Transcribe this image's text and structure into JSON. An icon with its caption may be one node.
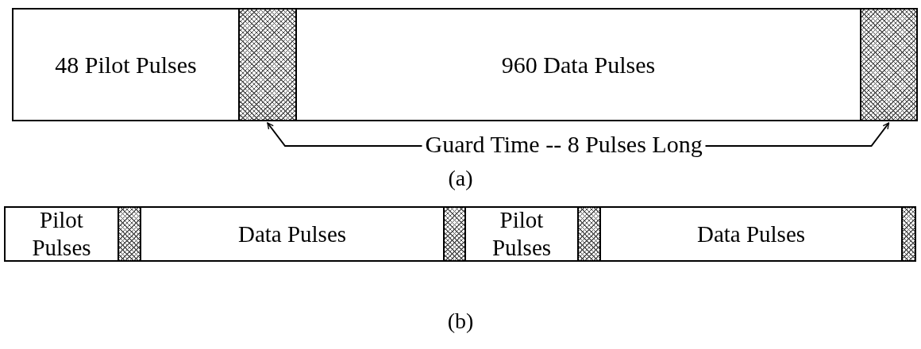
{
  "diagram": {
    "nodes": [
      {
        "text": [
          "48 Pilot Pulses"
        ]
      },
      {
        "text": [],
        "shape": "box"
      },
      {
        "text": [
          "960 Data Pulses"
        ]
      },
      {
        "text": [],
        "shape": "box"
      },
      {
        "text": [
          "Guard Time -- 8 Pulses Long"
        ]
      },
      {
        "text": [
          "Pilot Pulses"
        ]
      },
      {
        "text": [],
        "shape": "box"
      },
      {
        "text": [
          "Data Pulses"
        ]
      },
      {
        "text": [],
        "shape": "box"
      },
      {
        "text": [
          "Pilot Pulses"
        ]
      },
      {
        "text": [],
        "shape": "box"
      },
      {
        "text": [
          "Data Pulses"
        ]
      },
      {
        "text": [],
        "shape": "box"
      }
    ],
    "edges": [
      {
        "from": 4,
        "to": 1,
        "arrow": "to"
      },
      {
        "from": 4,
        "to": 3,
        "arrow": "to"
      }
    ],
    "labels": [
      "(a)",
      "(b)"
    ]
  }
}
